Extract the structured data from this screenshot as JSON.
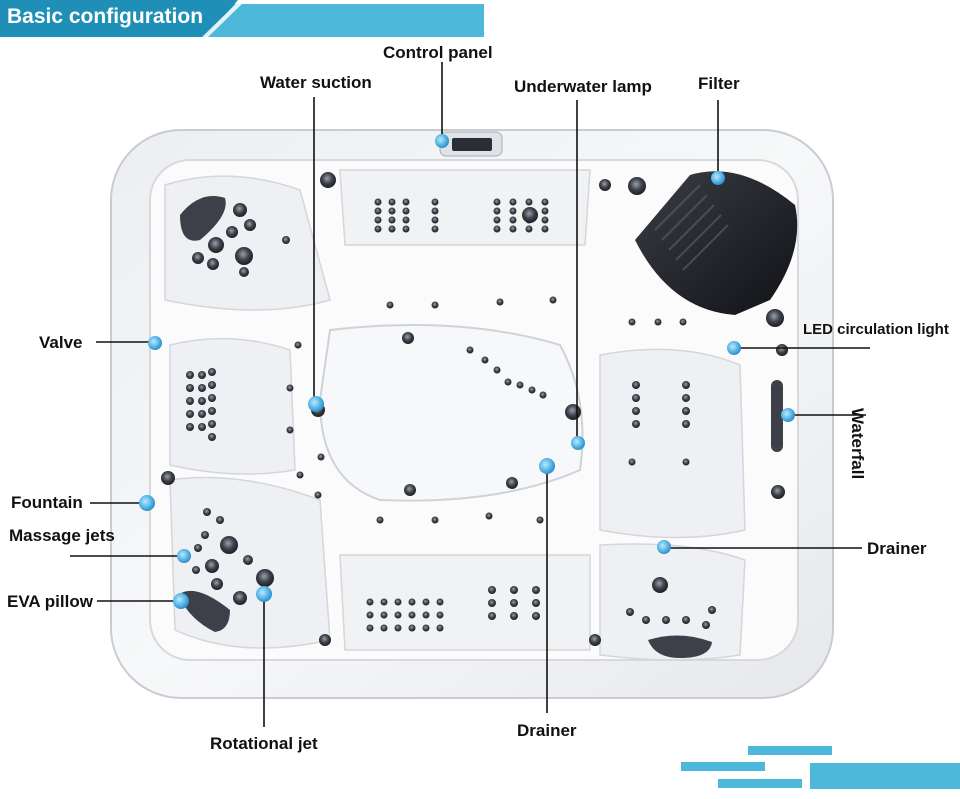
{
  "banner": {
    "title": "Basic configuration",
    "color": "#4db8d9",
    "dark": "#1f8fb8"
  },
  "colors": {
    "marker": "#55b7e6",
    "tub_shell": "#f2f3f5",
    "acrylic": "#fbfbfc",
    "jet": "#3a3d44",
    "filter": "#1e2024"
  },
  "labels": {
    "control_panel": "Control panel",
    "water_suction": "Water suction",
    "underwater_lamp": "Underwater lamp",
    "filter": "Filter",
    "valve": "Valve",
    "led_circulation_light": "LED circulation light",
    "waterfall": "Waterfall",
    "fountain": "Fountain",
    "massage_jets": "Massage jets",
    "eva_pillow": "EVA pillow",
    "drainer_right": "Drainer",
    "drainer_bottom": "Drainer",
    "rotational_jet": "Rotational jet"
  }
}
